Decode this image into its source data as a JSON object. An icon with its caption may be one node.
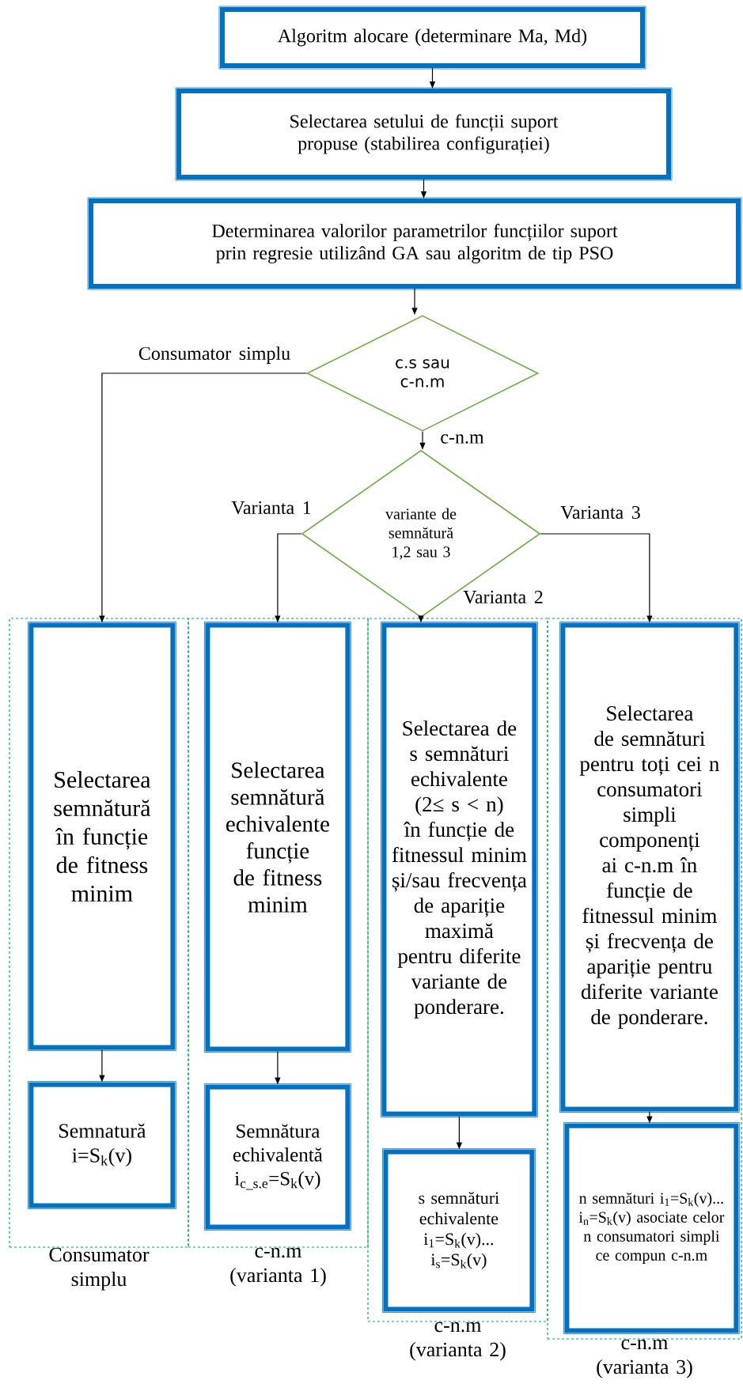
{
  "diagram": {
    "nodes": [
      {
        "text": [
          "Algoritm alocare (determinare Ma, Md)"
        ]
      },
      {
        "text": [
          "Selectarea setului de funcții suport propuse (stabilirea configurației)"
        ]
      },
      {
        "text": [
          "Determinarea valorilor parametrilor funcțiilor suport prin regresie utilizând GA sau algoritm de tip PSO"
        ]
      },
      {
        "text": [
          "c.s sau c-n.m"
        ]
      },
      {
        "text": [
          "variante de semnătură 1,2 sau 3"
        ]
      },
      {
        "text": [
          "Consumator simplu"
        ]
      },
      {
        "text": [
          "Selectarea semnătură în funcție de fitness minim"
        ],
        "in": 5
      },
      {
        "text": [
          "Semnatură i=S$_{k}$(v)"
        ],
        "in": 5
      },
      {
        "text": [
          "c-n.m (varianta 1)"
        ]
      },
      {
        "text": [
          "Selectarea semnătură echivalente funcție de fitness minim"
        ],
        "in": 8
      },
      {
        "text": [
          "Semnătura echivalentă i$_{c_s.e}$=S$_{k}$(v)"
        ],
        "in": 8
      },
      {
        "text": [
          "c-n.m (varianta 2)"
        ]
      },
      {
        "text": [
          "Selectarea de s semnături echivalente (2≤ s < n) în funcție de fitnessul minim și/sau frecvența de apariție maximă pentru diferite variante de ponderare."
        ],
        "in": 11
      },
      {
        "text": [
          "s semnături echivalente i$_{1}$=S$_{k}$(v)... i$_{s}$=S$_{k}$(v)"
        ],
        "in": 11
      },
      {
        "text": [
          "c-n.m (varianta 3)"
        ]
      },
      {
        "text": [
          "Selectarea de semnături pentru toți cei n consumatori simpli componenți ai c-n.m în funcție de fitnessul minim și frecvența de apariție pentru diferite variante de ponderare."
        ],
        "in": 14
      },
      {
        "text": [
          "n semnături i$_{1}$=S$_{k}$(v)... i$_{n}$=S$_{k}$(v) asociate celor n consumatori simpli ce compun c-n.m"
        ],
        "in": 14
      }
    ],
    "edges": [
      {
        "from": 0,
        "to": 1,
        "arrow": "to"
      },
      {
        "from": 1,
        "to": 2,
        "arrow": "to"
      },
      {
        "from": 2,
        "to": 3,
        "arrow": "to"
      },
      {
        "from": 3,
        "to": 6,
        "arrow": "to",
        "label": "Consumator simplu"
      },
      {
        "from": 3,
        "to": 4,
        "arrow": "to",
        "label": "c-n.m"
      },
      {
        "from": 4,
        "to": 9,
        "arrow": "to",
        "label": "Varianta 1"
      },
      {
        "from": 4,
        "to": 12,
        "arrow": "to",
        "label": "Varianta 2"
      },
      {
        "from": 4,
        "to": 15,
        "arrow": "to",
        "label": "Varianta 3"
      },
      {
        "from": 6,
        "to": 7,
        "arrow": "to"
      },
      {
        "from": 9,
        "to": 10,
        "arrow": "to"
      },
      {
        "from": 12,
        "to": 13,
        "arrow": "to"
      },
      {
        "from": 15,
        "to": 16,
        "arrow": "to"
      }
    ]
  }
}
